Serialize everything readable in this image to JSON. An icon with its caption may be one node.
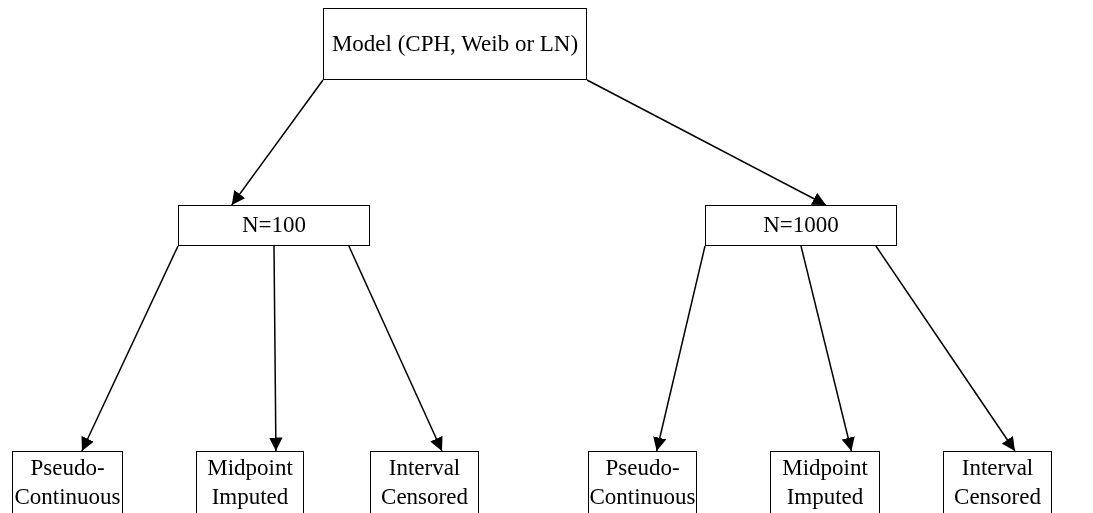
{
  "diagram": {
    "nodes": [
      {
        "text": [
          "Model (CPH, Weib or LN)"
        ]
      },
      {
        "text": [
          "N=100"
        ]
      },
      {
        "text": [
          "N=1000"
        ]
      },
      {
        "text": [
          "Pseudo-Continuous"
        ]
      },
      {
        "text": [
          "Midpoint Imputed"
        ]
      },
      {
        "text": [
          "Interval Censored"
        ]
      },
      {
        "text": [
          "Pseudo-Continuous"
        ]
      },
      {
        "text": [
          "Midpoint Imputed"
        ]
      },
      {
        "text": [
          "Interval Censored"
        ]
      }
    ],
    "edges": [
      {
        "from": 0,
        "to": 1,
        "arrow": "to"
      },
      {
        "from": 0,
        "to": 2,
        "arrow": "to"
      },
      {
        "from": 1,
        "to": 3,
        "arrow": "to"
      },
      {
        "from": 1,
        "to": 4,
        "arrow": "to"
      },
      {
        "from": 1,
        "to": 5,
        "arrow": "to"
      },
      {
        "from": 2,
        "to": 6,
        "arrow": "to"
      },
      {
        "from": 2,
        "to": 7,
        "arrow": "to"
      },
      {
        "from": 2,
        "to": 8,
        "arrow": "to"
      }
    ]
  }
}
